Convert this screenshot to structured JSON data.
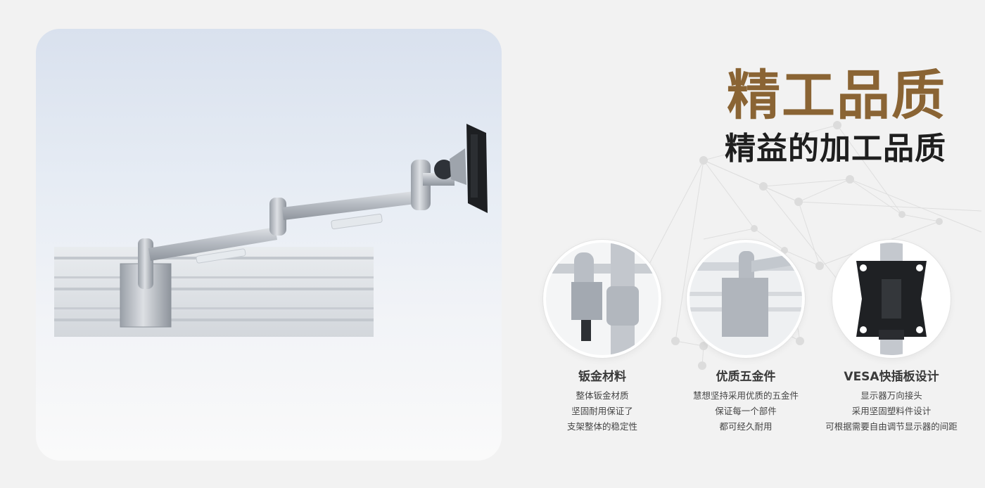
{
  "heading": {
    "title": "精工品质",
    "subtitle": "精益的加工品质",
    "title_color": "#8a6434",
    "subtitle_color": "#1e1e1e"
  },
  "hero": {
    "image": "monitor-arm-on-slatwall-rail-product-photo"
  },
  "features": [
    {
      "icon": "clamp-closeup-icon",
      "title": "钣金材料",
      "lines": [
        "整体钣金材质",
        "坚固耐用保证了",
        "支架整体的稳定性"
      ]
    },
    {
      "icon": "hardware-joint-icon",
      "title": "优质五金件",
      "lines": [
        "慧想坚持采用优质的五金件",
        "保证每一个部件",
        "都可经久耐用"
      ]
    },
    {
      "icon": "vesa-plate-icon",
      "title": "VESA快插板设计",
      "lines": [
        "显示器万向接头",
        "采用坚固塑料件设计",
        "可根据需要自由调节显示器的间距"
      ]
    }
  ],
  "colors": {
    "background": "#f2f2f2",
    "accent_gold": "#8a6434",
    "metal_silver": "#b9bec6"
  }
}
